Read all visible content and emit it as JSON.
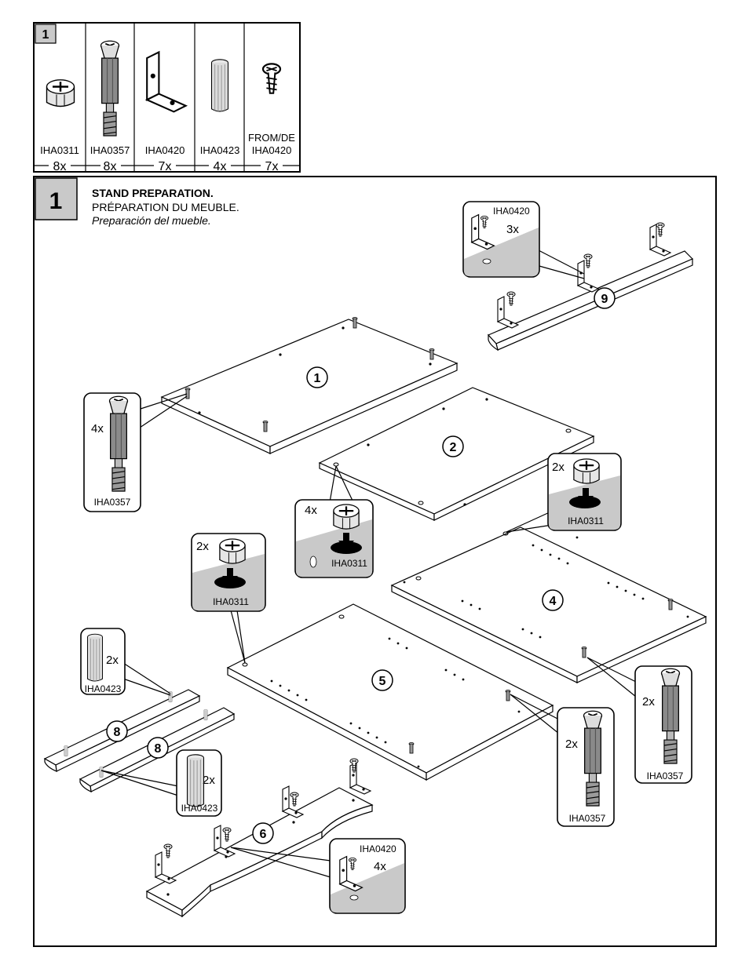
{
  "parts_box": {
    "number": "1",
    "parts": [
      {
        "code": "IHA0311",
        "qty": "8x",
        "icon": "cam-lock-icon"
      },
      {
        "code": "IHA0357",
        "qty": "8x",
        "icon": "cam-bolt-icon"
      },
      {
        "code": "IHA0420",
        "qty": "7x",
        "icon": "l-bracket-icon"
      },
      {
        "code": "IHA0423",
        "qty": "4x",
        "icon": "wood-dowel-icon"
      },
      {
        "code": "IHA0420",
        "qty": "7x",
        "prefix": "FROM/DE",
        "icon": "screw-icon"
      }
    ]
  },
  "step": {
    "number": "1",
    "title_en": "STAND PREPARATION.",
    "title_fr": "PRÉPARATION DU MEUBLE.",
    "title_es": "Preparación del mueble."
  },
  "panels": [
    {
      "label": "1"
    },
    {
      "label": "2"
    },
    {
      "label": "4"
    },
    {
      "label": "5"
    },
    {
      "label": "9"
    },
    {
      "label": "8a",
      "text": "8"
    },
    {
      "label": "8b",
      "text": "8"
    },
    {
      "label": "6"
    }
  ],
  "callouts": {
    "bracket_top": {
      "code": "IHA0420",
      "qty": "3x"
    },
    "bolt_panel1": {
      "code": "IHA0357",
      "qty": "4x"
    },
    "cam_panel2": {
      "code": "IHA0311",
      "qty": "4x"
    },
    "cam_panel4": {
      "code": "IHA0311",
      "qty": "2x"
    },
    "cam_panel5": {
      "code": "IHA0311",
      "qty": "2x"
    },
    "dowel_top": {
      "code": "IHA0423",
      "qty": "2x"
    },
    "dowel_bottom": {
      "code": "IHA0423",
      "qty": "2x"
    },
    "bolt_panel5": {
      "code": "IHA0357",
      "qty": "2x"
    },
    "bolt_panel4": {
      "code": "IHA0357",
      "qty": "2x"
    },
    "bracket_bottom": {
      "code": "IHA0420",
      "qty": "4x"
    }
  }
}
